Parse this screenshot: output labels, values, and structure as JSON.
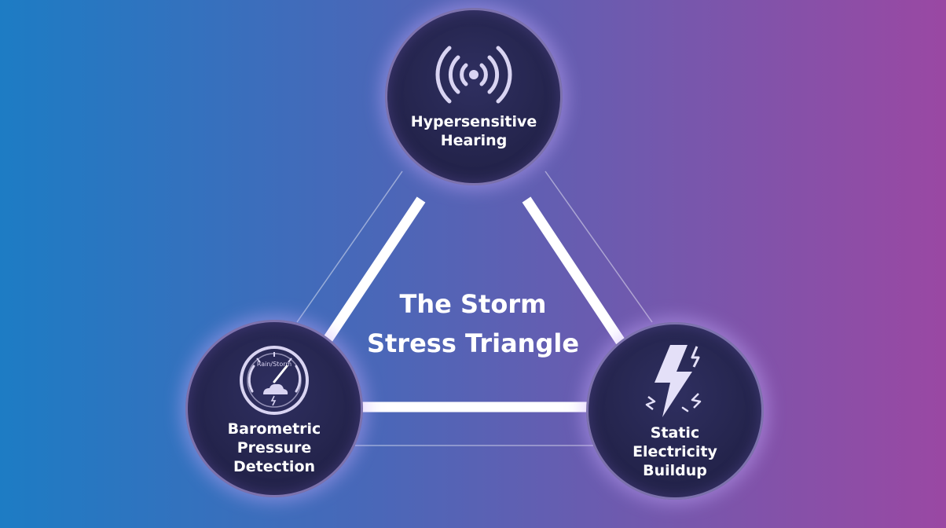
{
  "diagram": {
    "title_line1": "The Storm",
    "title_line2": "Stress Triangle",
    "nodes": [
      {
        "label": "Hypersensitive\nHearing",
        "icon": "radio-waves-icon"
      },
      {
        "label": "Barometric\nPressure\nDetection",
        "icon": "barometer-gauge-icon",
        "gauge_text": "Rain/Storm"
      },
      {
        "label": "Static\nElectricity\nBuildup",
        "icon": "lightning-bolt-icon"
      }
    ]
  },
  "colors": {
    "background_left": "#1d7cc4",
    "background_right": "#9a48a3",
    "node_fill": "#24244c",
    "node_glow": "#c8aaff",
    "connector": "#ffffff",
    "icon": "#d9d4f2"
  }
}
